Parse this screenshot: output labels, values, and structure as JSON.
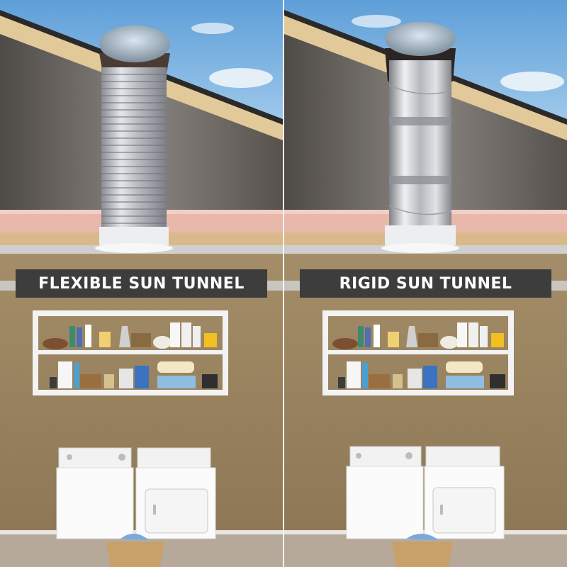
{
  "panels": [
    {
      "id": "flexible",
      "label": "FLEXIBLE SUN TUNNEL",
      "tube_type": "flexible-corrugated-foil"
    },
    {
      "id": "rigid",
      "label": "RIGID SUN TUNNEL",
      "tube_type": "rigid-reflective-metal"
    }
  ],
  "colors": {
    "sky": "#7fb2e0",
    "roof_wood": "#e2c99a",
    "attic_wall": "#6a6661",
    "insulation": "#e8b8ab",
    "ceiling": "#d8d8d8",
    "wall": "#9b8460",
    "label_bg": "#3d3d3d",
    "label_text": "#ffffff"
  }
}
